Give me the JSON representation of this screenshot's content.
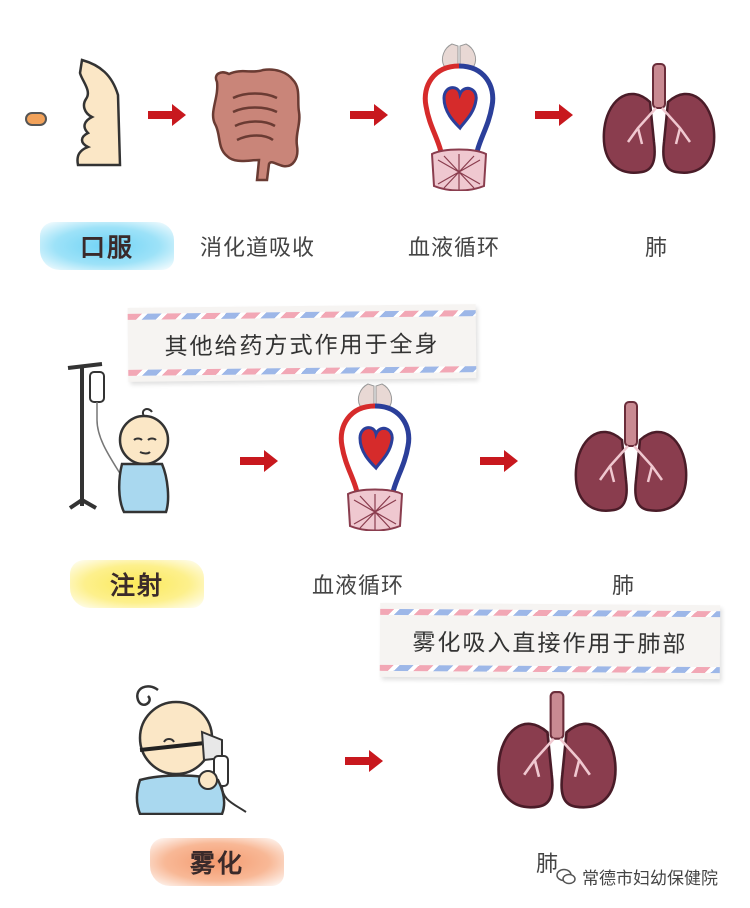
{
  "flow1": {
    "route_label": "口服",
    "steps": [
      "消化道吸收",
      "血液循环",
      "肺"
    ]
  },
  "banner1": "其他给药方式作用于全身",
  "flow2": {
    "route_label": "注射",
    "steps": [
      "血液循环",
      "肺"
    ]
  },
  "banner2": "雾化吸入直接作用于肺部",
  "flow3": {
    "route_label": "雾化",
    "steps": [
      "肺"
    ]
  },
  "watermark": "常德市妇幼保健院",
  "colors": {
    "arrow": "#c8181e",
    "lung": "#8a3d4e",
    "artery": "#d62b2b",
    "vein": "#2b3f9a",
    "skin": "#fbe7c6"
  }
}
